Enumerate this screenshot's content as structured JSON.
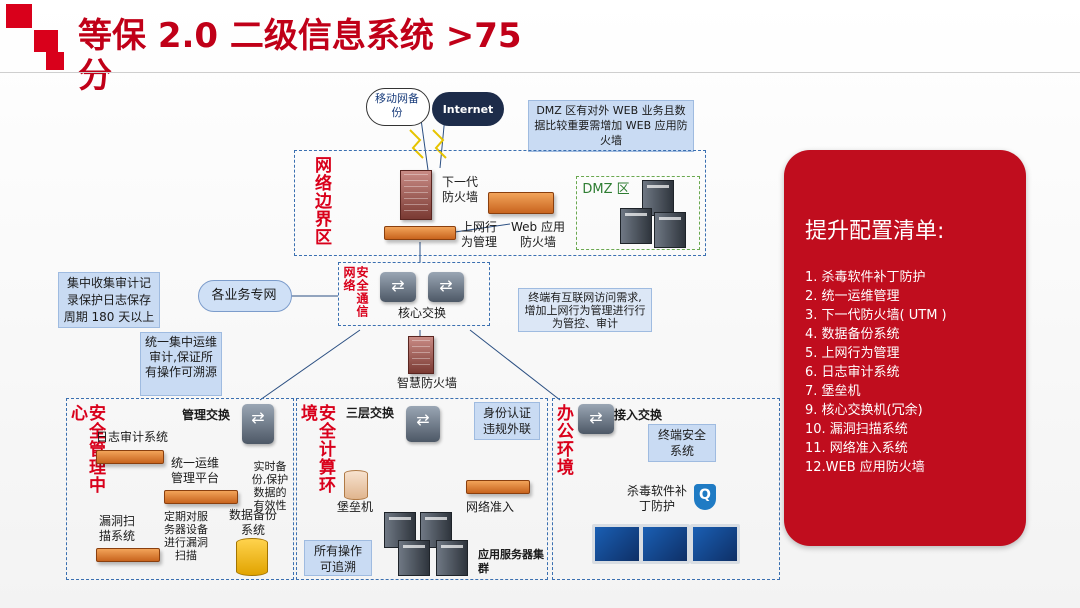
{
  "title": "等保 2.0 二级信息系统 >75 分",
  "zones": {
    "border": "网络边界区",
    "dmz": "DMZ 区",
    "transit": "安全通信网络",
    "mgmt": "安全管理中心",
    "compute": "安全计算环境",
    "office": "办公环境"
  },
  "clouds": {
    "mobile": "移动网备份",
    "internet": "Internet",
    "business": "各业务专网"
  },
  "callouts": {
    "dmz_note": "DMZ 区有对外 WEB 业务且数据比较重要需增加 WEB 应用防火墙",
    "terminal_note": "终端有互联网访问需求,增加上网行为管理进行行为管控、审计",
    "log_note": "集中收集审计记录保护日志保存周期 180 天以上",
    "ops_note": "统一集中运维审计,保证所有操作可溯源",
    "backup_note": "实时备份,保护数据的有效性",
    "scan_note": "定期对服务器设备进行漏洞扫描",
    "auth_note": "身份认证违规外联",
    "bastion_note": "所有操作可追溯",
    "terminal_sec": "终端安全系统"
  },
  "labels": {
    "ngfw": "下一代防火墙",
    "behavior": "上网行为管理",
    "waf": "Web 应用防火墙",
    "core": "核心交换",
    "smart_fw": "智慧防火墙",
    "mgmt_switch": "管理交换",
    "l3_switch": "三层交换",
    "access_switch": "接入交换",
    "log_audit": "日志审计系统",
    "ops_platform": "统一运维管理平台",
    "backup": "数据备份系统",
    "vuln_scan": "漏洞扫描系统",
    "bastion": "堡垒机",
    "nac": "网络准入",
    "app_cluster": "应用服务器集群",
    "antivirus": "杀毒软件补丁防护"
  },
  "panel": {
    "heading": "提升配置清单:",
    "items": [
      "1. 杀毒软件补丁防护",
      "2. 统一运维管理",
      "3. 下一代防火墙( UTM )",
      "4. 数据备份系统",
      "5. 上网行为管理",
      "6. 日志审计系统",
      "7. 堡垒机",
      "9. 核心交换机(冗余)",
      "10. 漏洞扫描系统",
      "11. 网络准入系统",
      "12.WEB 应用防火墙"
    ]
  },
  "colors": {
    "accent_red": "#c00d1e",
    "zone_blue": "#3a6fb0",
    "callout_blue": "#c9dbf3"
  }
}
